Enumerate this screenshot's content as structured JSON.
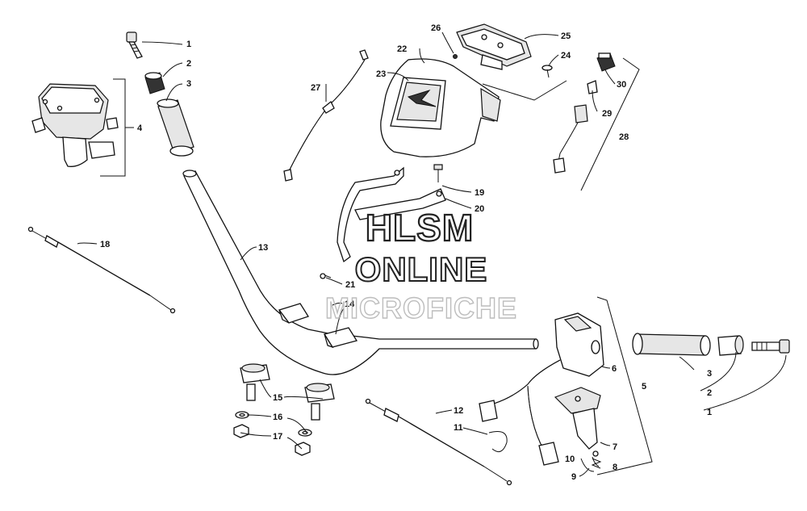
{
  "watermark": {
    "line1": "HLSM",
    "line2": "ONLINE",
    "line3": "MICROFICHE"
  },
  "callouts": [
    {
      "id": "c1a",
      "text": "1"
    },
    {
      "id": "c2a",
      "text": "2"
    },
    {
      "id": "c3a",
      "text": "3"
    },
    {
      "id": "c4",
      "text": "4"
    },
    {
      "id": "c5",
      "text": "5"
    },
    {
      "id": "c6",
      "text": "6"
    },
    {
      "id": "c7",
      "text": "7"
    },
    {
      "id": "c8",
      "text": "8"
    },
    {
      "id": "c9",
      "text": "9"
    },
    {
      "id": "c10",
      "text": "10"
    },
    {
      "id": "c11",
      "text": "11"
    },
    {
      "id": "c12",
      "text": "12"
    },
    {
      "id": "c13",
      "text": "13"
    },
    {
      "id": "c14",
      "text": "14"
    },
    {
      "id": "c15",
      "text": "15"
    },
    {
      "id": "c16",
      "text": "16"
    },
    {
      "id": "c17",
      "text": "17"
    },
    {
      "id": "c18",
      "text": "18"
    },
    {
      "id": "c19",
      "text": "19"
    },
    {
      "id": "c20",
      "text": "20"
    },
    {
      "id": "c21",
      "text": "21"
    },
    {
      "id": "c22",
      "text": "22"
    },
    {
      "id": "c23",
      "text": "23"
    },
    {
      "id": "c24",
      "text": "24"
    },
    {
      "id": "c25",
      "text": "25"
    },
    {
      "id": "c26",
      "text": "26"
    },
    {
      "id": "c27",
      "text": "27"
    },
    {
      "id": "c28",
      "text": "28"
    },
    {
      "id": "c29",
      "text": "29"
    },
    {
      "id": "c30",
      "text": "30"
    },
    {
      "id": "c3b",
      "text": "3"
    },
    {
      "id": "c2b",
      "text": "2"
    },
    {
      "id": "c1b",
      "text": "1"
    }
  ]
}
